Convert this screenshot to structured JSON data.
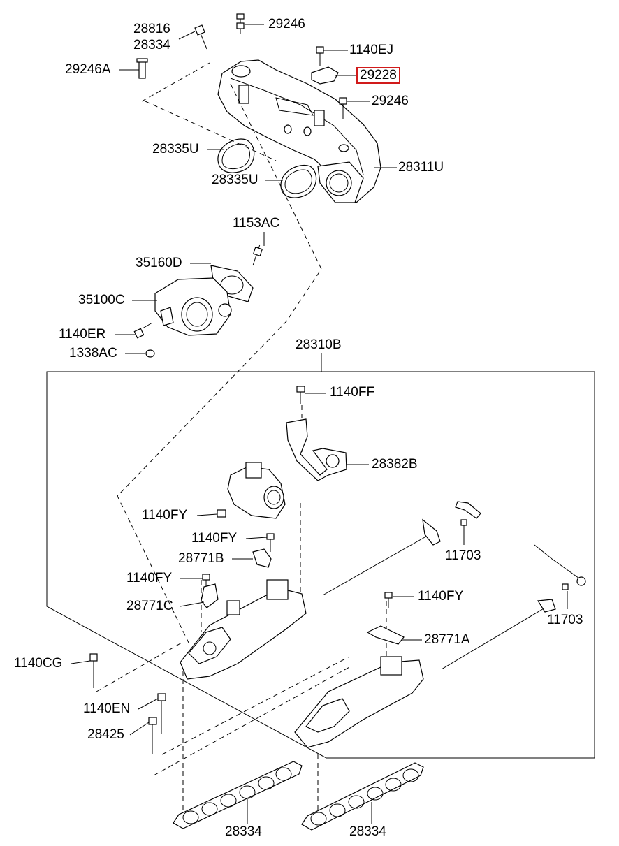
{
  "labels": {
    "l28816": "28816",
    "l28334_top": "28334",
    "l29246_top": "29246",
    "l1140EJ": "1140EJ",
    "l29228": "29228",
    "l29246A": "29246A",
    "l29246_mid": "29246",
    "l28335U_a": "28335U",
    "l28311U": "28311U",
    "l28335U_b": "28335U",
    "l1153AC": "1153AC",
    "l35160D": "35160D",
    "l35100C": "35100C",
    "l1140ER": "1140ER",
    "l1338AC": "1338AC",
    "l28310B": "28310B",
    "l1140FF": "1140FF",
    "l28382B": "28382B",
    "l1140FY_a": "1140FY",
    "l1140FY_b": "1140FY",
    "l11703_a": "11703",
    "l28771B": "28771B",
    "l1140FY_c": "1140FY",
    "l28771C": "28771C",
    "l1140FY_d": "1140FY",
    "l11703_b": "11703",
    "l28771A": "28771A",
    "l1140CG": "1140CG",
    "l1140EN": "1140EN",
    "l28425": "28425",
    "l28334_bl": "28334",
    "l28334_br": "28334"
  },
  "highlight_color": "#d11a1a"
}
